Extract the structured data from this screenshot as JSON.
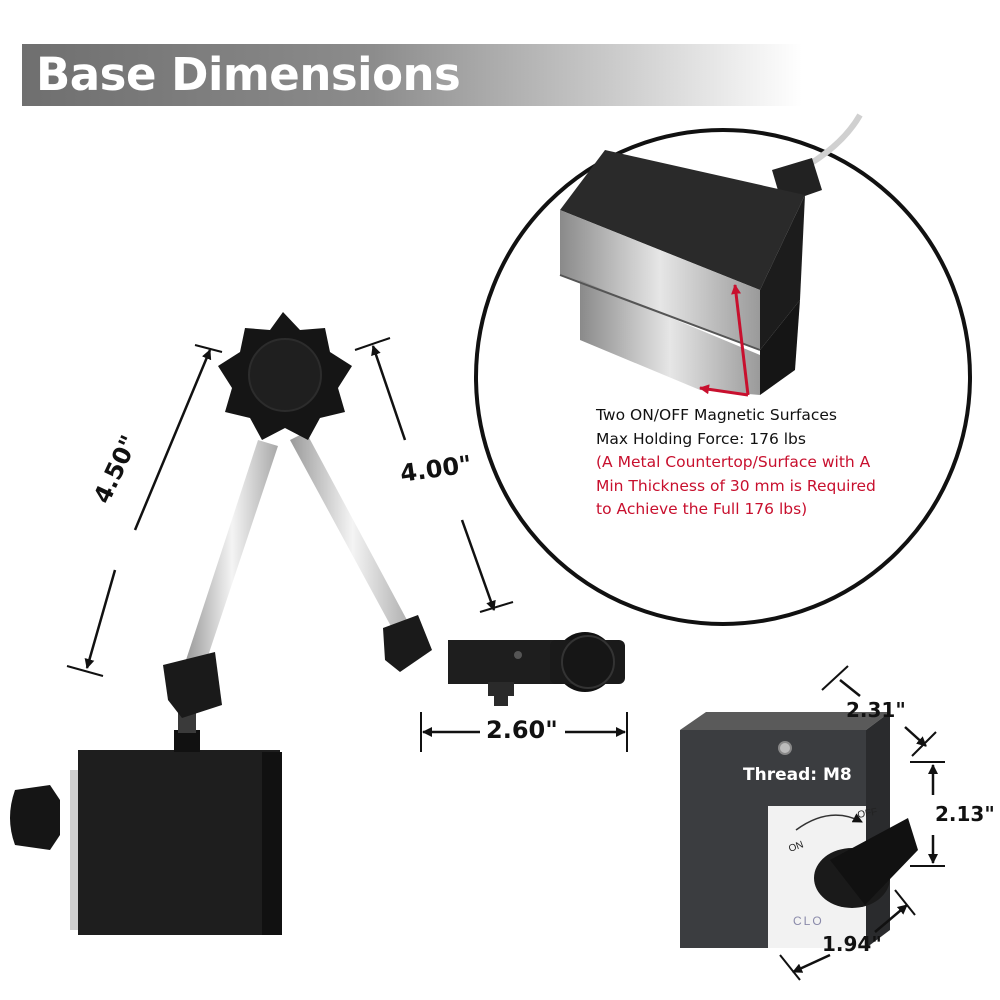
{
  "banner": {
    "title": "Base Dimensions"
  },
  "dimensions": {
    "arm_lower": "4.50\"",
    "arm_upper": "4.00\"",
    "clamp_length": "2.60\"",
    "base_depth": "2.31\"",
    "base_height": "2.13\"",
    "base_width": "1.94\""
  },
  "base_labels": {
    "thread": "Thread: M8",
    "on": "ON",
    "off": "OFF",
    "brand": "CLO"
  },
  "magnet_info": {
    "line1": "Two ON/OFF Magnetic Surfaces",
    "line2": "Max Holding Force: 176 lbs",
    "note_line1": "(A Metal Countertop/Surface with A",
    "note_line2": "Min Thickness of 30 mm is Required",
    "note_line3": "to Achieve the Full 176 lbs)"
  },
  "colors": {
    "accent_red": "#c8102e",
    "banner_dark": "#6f6f6f",
    "metal_black": "#1e1e1e",
    "arm_silver": "#d9d9d9"
  }
}
